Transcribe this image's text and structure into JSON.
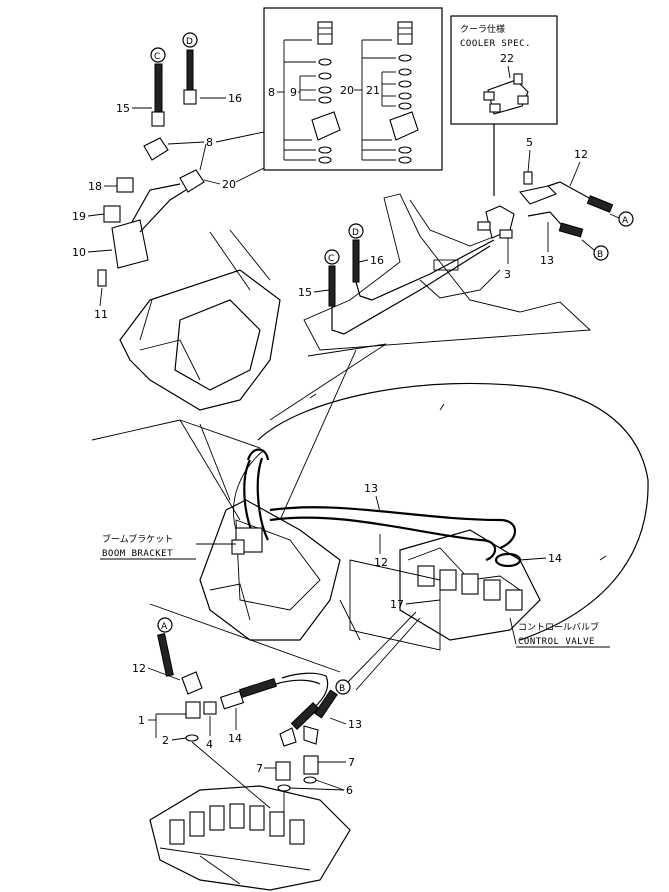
{
  "callouts": {
    "p1": "1",
    "p2": "2",
    "p3": "3",
    "p4": "4",
    "p5": "5",
    "p6": "6",
    "p7": "7",
    "p8": "8",
    "p9": "9",
    "p10": "10",
    "p11": "11",
    "p12": "12",
    "p13": "13",
    "p14": "14",
    "p15": "15",
    "p16": "16",
    "p17": "17",
    "p18": "18",
    "p19": "19",
    "p20": "20",
    "p21": "21",
    "p22": "22"
  },
  "ports": {
    "A": "A",
    "B": "B",
    "C": "C",
    "D": "D"
  },
  "labels": {
    "cooler_jp": "クーラ仕様",
    "cooler_en": "COOLER SPEC.",
    "boom_bracket_jp": "ブームブラケット",
    "boom_bracket_en": "BOOM BRACKET",
    "control_valve_jp": "コントロールバルブ",
    "control_valve_en": "CONTROL VALVE"
  }
}
